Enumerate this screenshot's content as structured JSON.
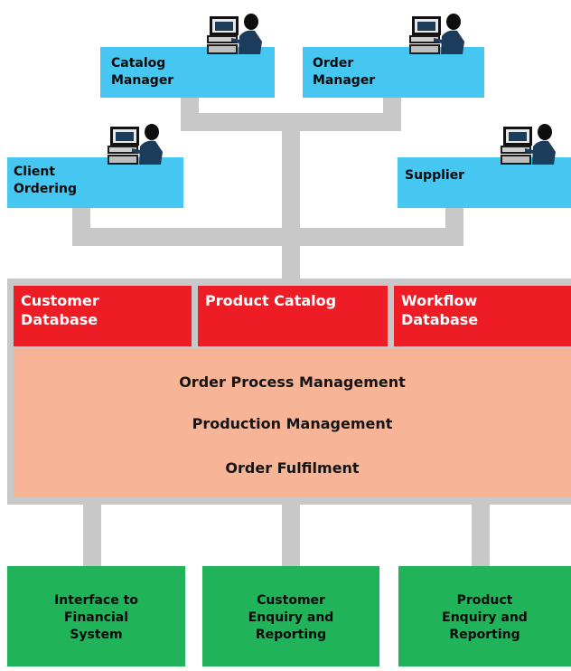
{
  "roles": {
    "catalog_manager": "Catalog\nManager",
    "order_manager": "Order\nManager",
    "client_ordering": "Client\nOrdering",
    "supplier": "Supplier"
  },
  "databases": {
    "customer": "Customer\nDatabase",
    "product_catalog": "Product Catalog",
    "workflow": "Workflow\nDatabase"
  },
  "processes": [
    "Order Process Management",
    "Production Management",
    "Order Fulfilment"
  ],
  "systems": {
    "financial": "Interface to\nFinancial\nSystem",
    "customer_enquiry": "Customer\nEnquiry and\nReporting",
    "product_enquiry": "Product\nEnquiry and\nReporting"
  },
  "colors": {
    "role_box": "#45c7f2",
    "database": "#ee1c25",
    "process_area": "#f8b497",
    "system_box": "#20b35a",
    "connector": "#c8c8c8"
  },
  "icons": [
    "computer-user-icon"
  ]
}
